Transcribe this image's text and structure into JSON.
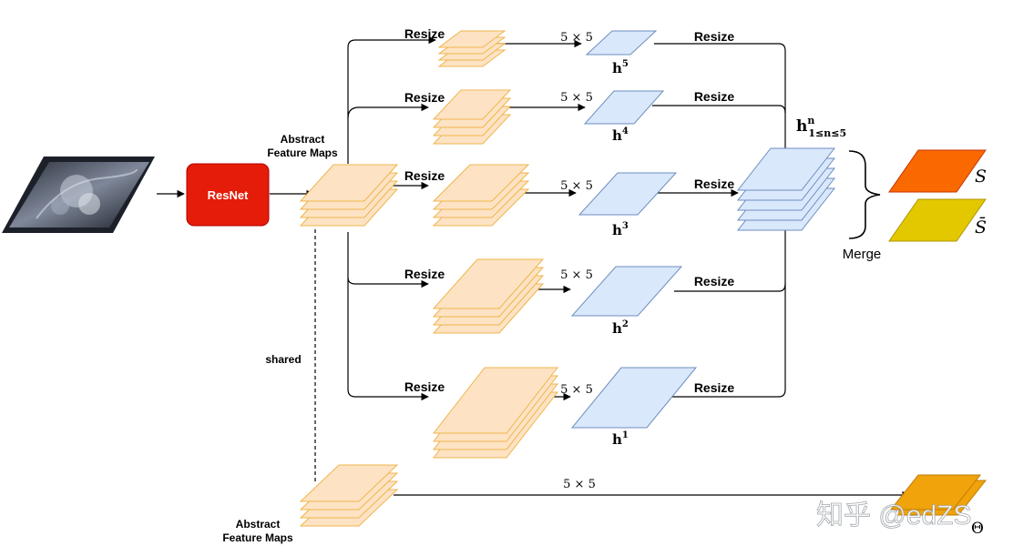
{
  "labels": {
    "resnet": "ResNet",
    "abstract_top_1": "Abstract",
    "abstract_top_2": "Feature Maps",
    "abstract_bottom_1": "Abstract",
    "abstract_bottom_2": "Feature Maps",
    "shared": "shared",
    "merge": "Merge",
    "resize": "Resize",
    "kernel": "5 × 5",
    "h_base": "h",
    "h5_sup": "5",
    "h4_sup": "4",
    "h3_sup": "3",
    "h2_sup": "2",
    "h1_sup": "1",
    "hn_sup": "n",
    "hn_sub": "1≤n≤5",
    "s_label": "S",
    "sbar_label": "S̄",
    "theta_label": "Θ",
    "watermark": "知乎 @edZS"
  },
  "colors": {
    "feature_fill": "#fde3c4",
    "feature_stroke": "#f0b44c",
    "h_fill": "#dae8fc",
    "h_stroke": "#6c8ebf",
    "resnet_fill": "#e51c0a",
    "s_fill": "#fa6800",
    "sbar_fill": "#e3c800",
    "theta_fill": "#f0a30a"
  }
}
